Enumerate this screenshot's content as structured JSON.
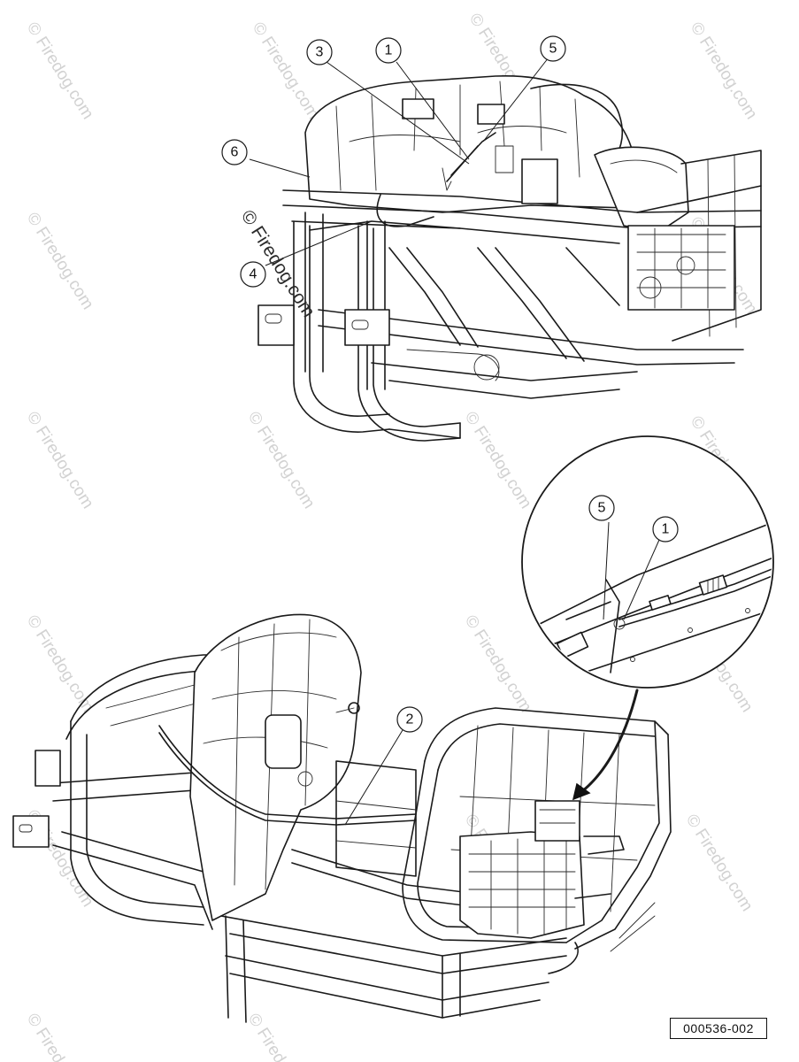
{
  "watermark": {
    "text": "© Firedog.com"
  },
  "callouts": [
    {
      "id": "3",
      "label": "3"
    },
    {
      "id": "1",
      "label": "1"
    },
    {
      "id": "5",
      "label": "5"
    },
    {
      "id": "6",
      "label": "6"
    },
    {
      "id": "4",
      "label": "4"
    },
    {
      "id": "2",
      "label": "2"
    }
  ],
  "detail_callouts": [
    {
      "id": "5",
      "label": "5"
    },
    {
      "id": "1",
      "label": "1"
    }
  ],
  "figure_code": "000536-002"
}
